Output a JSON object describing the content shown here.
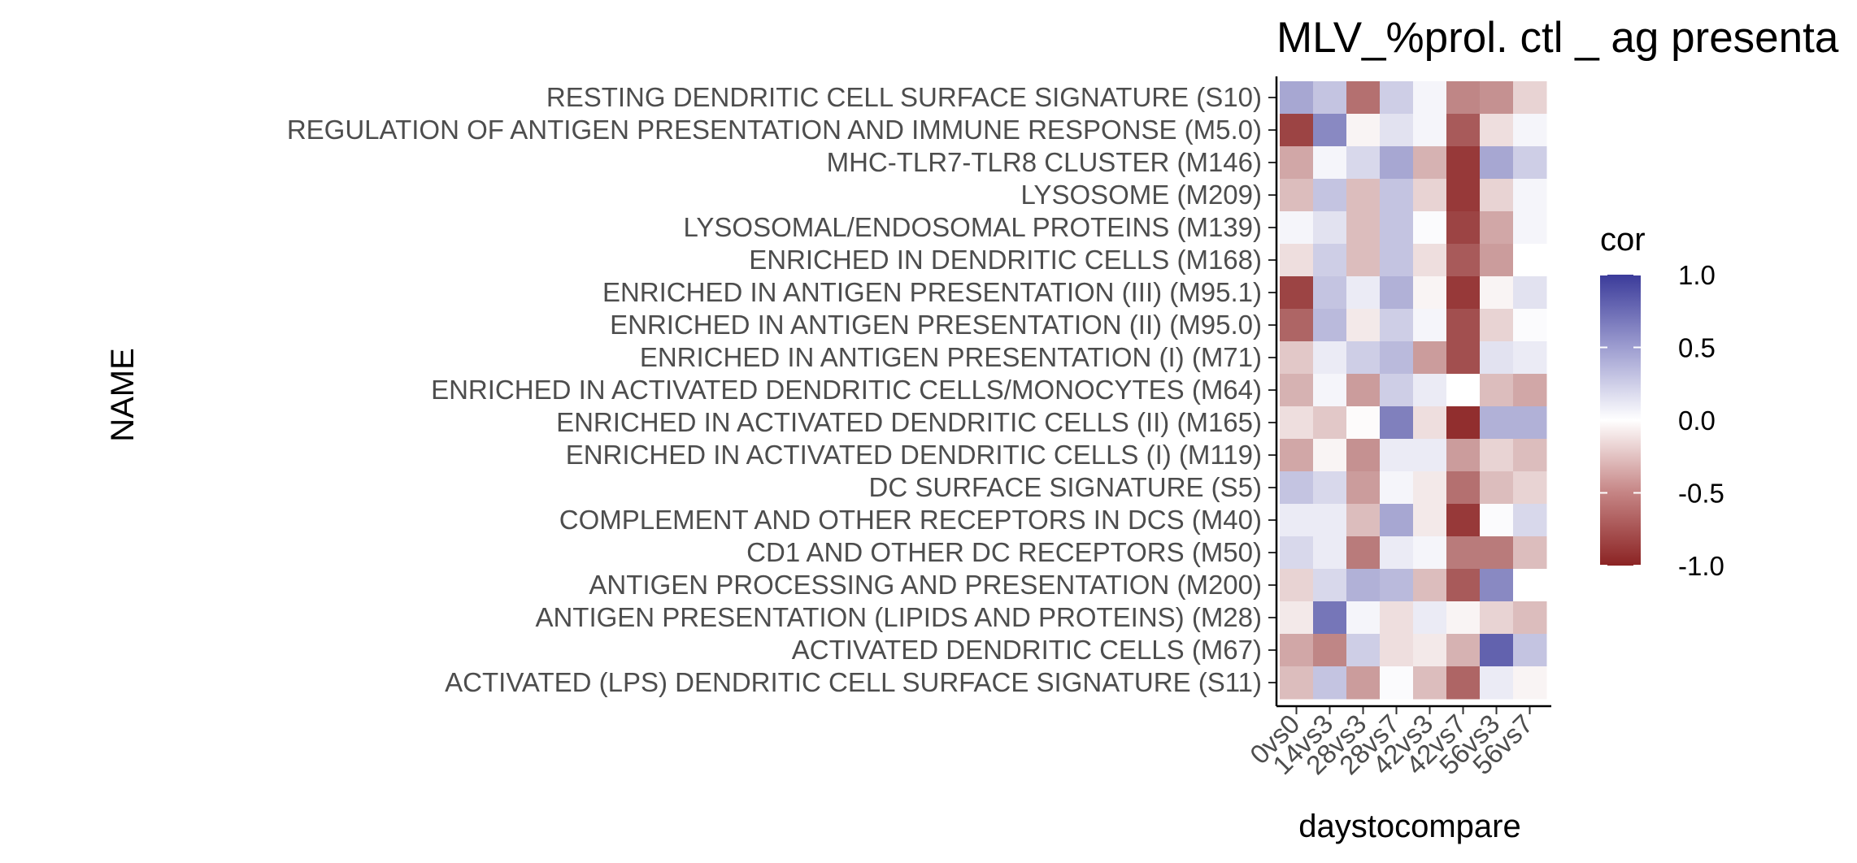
{
  "chart_data": {
    "type": "heatmap",
    "title": "MLV_%prol. ctl _ ag presenta",
    "xlabel": "daystocompare",
    "ylabel": "NAME",
    "x": [
      "0vs0",
      "14vs3",
      "28vs3",
      "28vs7",
      "42vs3",
      "42vs7",
      "56vs3",
      "56vs7"
    ],
    "y": [
      "RESTING DENDRITIC CELL SURFACE SIGNATURE (S10)",
      "REGULATION OF ANTIGEN PRESENTATION AND IMMUNE RESPONSE (M5.0)",
      "MHC-TLR7-TLR8 CLUSTER (M146)",
      "LYSOSOME (M209)",
      "LYSOSOMAL/ENDOSOMAL PROTEINS (M139)",
      "ENRICHED IN DENDRITIC CELLS (M168)",
      "ENRICHED IN ANTIGEN PRESENTATION (III) (M95.1)",
      "ENRICHED IN ANTIGEN PRESENTATION (II) (M95.0)",
      "ENRICHED IN ANTIGEN PRESENTATION (I) (M71)",
      "ENRICHED IN ACTIVATED DENDRITIC CELLS/MONOCYTES (M64)",
      "ENRICHED IN ACTIVATED DENDRITIC CELLS (II) (M165)",
      "ENRICHED IN ACTIVATED DENDRITIC CELLS (I) (M119)",
      "DC SURFACE SIGNATURE (S5)",
      "COMPLEMENT AND OTHER RECEPTORS IN DCS (M40)",
      "CD1 AND OTHER DC RECEPTORS (M50)",
      "ANTIGEN PROCESSING AND PRESENTATION (M200)",
      "ANTIGEN PRESENTATION (LIPIDS AND PROTEINS) (M28)",
      "ACTIVATED DENDRITIC CELLS (M67)",
      "ACTIVATED (LPS) DENDRITIC CELL SURFACE SIGNATURE (S11)"
    ],
    "values": [
      [
        0.45,
        0.3,
        -0.65,
        0.25,
        0.05,
        -0.55,
        -0.5,
        -0.2
      ],
      [
        -0.85,
        0.6,
        -0.05,
        0.15,
        0.05,
        -0.75,
        -0.15,
        0.05
      ],
      [
        -0.4,
        0.05,
        0.2,
        0.45,
        -0.35,
        -0.9,
        0.45,
        0.25
      ],
      [
        -0.3,
        0.3,
        -0.3,
        0.3,
        -0.2,
        -0.9,
        -0.2,
        0.05
      ],
      [
        0.05,
        0.15,
        -0.3,
        0.3,
        0.02,
        -0.85,
        -0.4,
        0.05
      ],
      [
        -0.15,
        0.25,
        -0.3,
        0.3,
        -0.15,
        -0.75,
        -0.45,
        0.0
      ],
      [
        -0.85,
        0.3,
        0.1,
        0.4,
        -0.05,
        -0.9,
        -0.05,
        0.15
      ],
      [
        -0.7,
        0.35,
        -0.1,
        0.25,
        0.05,
        -0.8,
        -0.2,
        0.02
      ],
      [
        -0.25,
        0.1,
        0.25,
        0.35,
        -0.45,
        -0.8,
        0.15,
        0.1
      ],
      [
        -0.35,
        0.05,
        -0.45,
        0.25,
        0.1,
        0.0,
        -0.3,
        -0.4
      ],
      [
        -0.15,
        -0.25,
        -0.02,
        0.65,
        -0.15,
        -0.95,
        0.4,
        0.4
      ],
      [
        -0.4,
        -0.05,
        -0.5,
        0.1,
        0.1,
        -0.45,
        -0.2,
        -0.3
      ],
      [
        0.3,
        0.2,
        -0.45,
        0.05,
        -0.1,
        -0.65,
        -0.3,
        -0.2
      ],
      [
        0.1,
        0.1,
        -0.3,
        0.45,
        -0.1,
        -0.9,
        0.02,
        0.2
      ],
      [
        0.2,
        0.1,
        -0.6,
        0.1,
        0.05,
        -0.6,
        -0.6,
        -0.3
      ],
      [
        -0.2,
        0.2,
        0.4,
        0.35,
        -0.3,
        -0.75,
        0.6,
        0.0
      ],
      [
        -0.1,
        0.7,
        0.05,
        -0.15,
        0.1,
        -0.05,
        -0.2,
        -0.3
      ],
      [
        -0.4,
        -0.55,
        0.25,
        -0.15,
        -0.1,
        -0.35,
        0.8,
        0.3
      ],
      [
        -0.3,
        0.3,
        -0.45,
        0.02,
        -0.3,
        -0.7,
        0.1,
        -0.05
      ]
    ],
    "legend": {
      "title": "cor",
      "ticks": [
        "1.0",
        "0.5",
        "0.0",
        "-0.5",
        "-1.0"
      ],
      "tick_values": [
        1.0,
        0.5,
        0.0,
        -0.5,
        -1.0
      ],
      "placement": "right"
    },
    "color_scale": {
      "low": "#8b2323",
      "mid": "#ffffff",
      "high": "#3b3b9a",
      "domain": [
        -1,
        1
      ]
    },
    "grid": false
  }
}
